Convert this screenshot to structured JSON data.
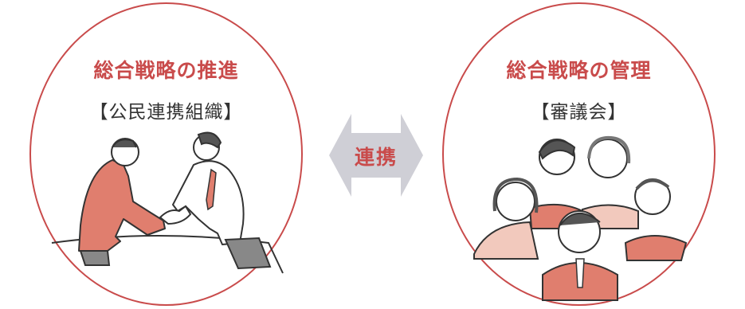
{
  "left": {
    "title": "総合戦略の推進",
    "subtitle": "【公民連携組織】"
  },
  "right": {
    "title": "総合戦略の管理",
    "subtitle": "【審議会】"
  },
  "connector": {
    "label": "連携"
  },
  "colors": {
    "accent": "#c94b4b",
    "accent_fill": "#e07e6e",
    "accent_light": "#f2c9bd",
    "arrow": "#cfcfd6",
    "ink": "#333333"
  },
  "icons": {
    "left": "handshake-illustration",
    "right": "council-illustration",
    "connector": "double-arrow-icon"
  }
}
